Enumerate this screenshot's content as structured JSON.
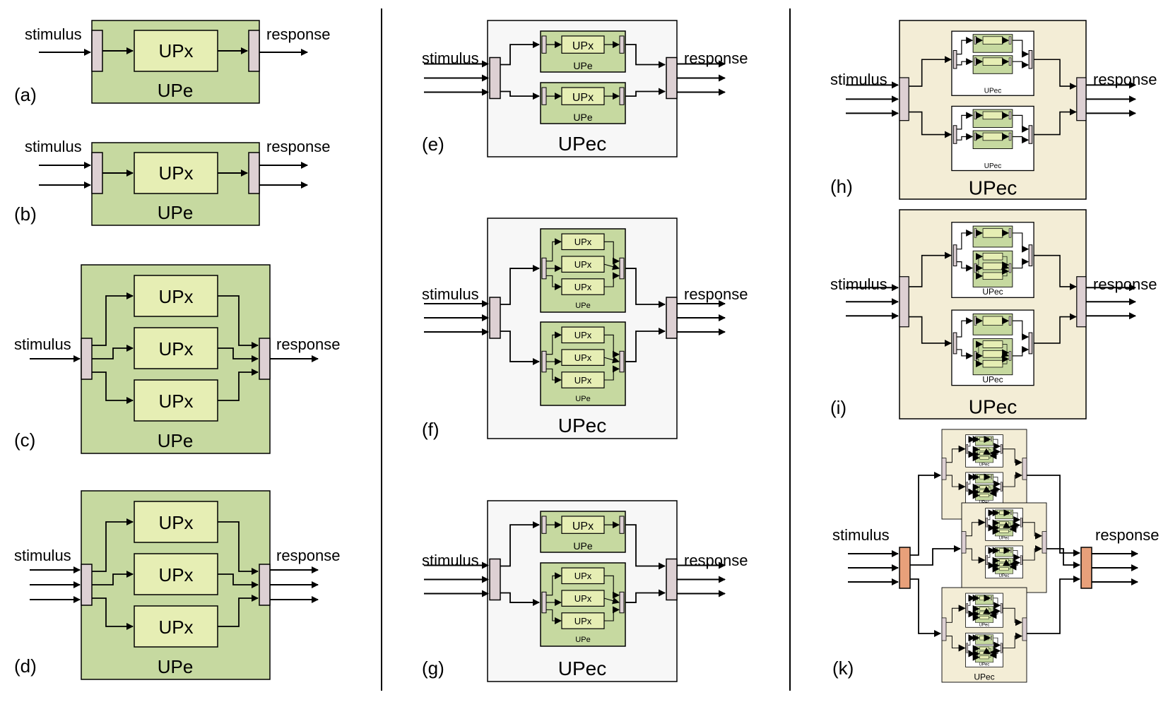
{
  "labels": {
    "stimulus": "stimulus",
    "response": "response",
    "upx": "UPx",
    "upe": "UPe",
    "upec": "UPec"
  },
  "panels": [
    {
      "id": "a",
      "label": "(a)"
    },
    {
      "id": "b",
      "label": "(b)"
    },
    {
      "id": "c",
      "label": "(c)"
    },
    {
      "id": "d",
      "label": "(d)"
    },
    {
      "id": "e",
      "label": "(e)"
    },
    {
      "id": "f",
      "label": "(f)"
    },
    {
      "id": "g",
      "label": "(g)"
    },
    {
      "id": "h",
      "label": "(h)"
    },
    {
      "id": "i",
      "label": "(i)"
    },
    {
      "id": "k",
      "label": "(k)"
    }
  ],
  "colors": {
    "upe_fill": "#c6d9a0",
    "upx_fill": "#e6eeb4",
    "upec_fill": "#f7f7f7",
    "upec_nested_fill": "#f3edd6",
    "port_fill": "#ddd0d3",
    "top_port_fill": "#e8a07a",
    "line": "#000000"
  }
}
